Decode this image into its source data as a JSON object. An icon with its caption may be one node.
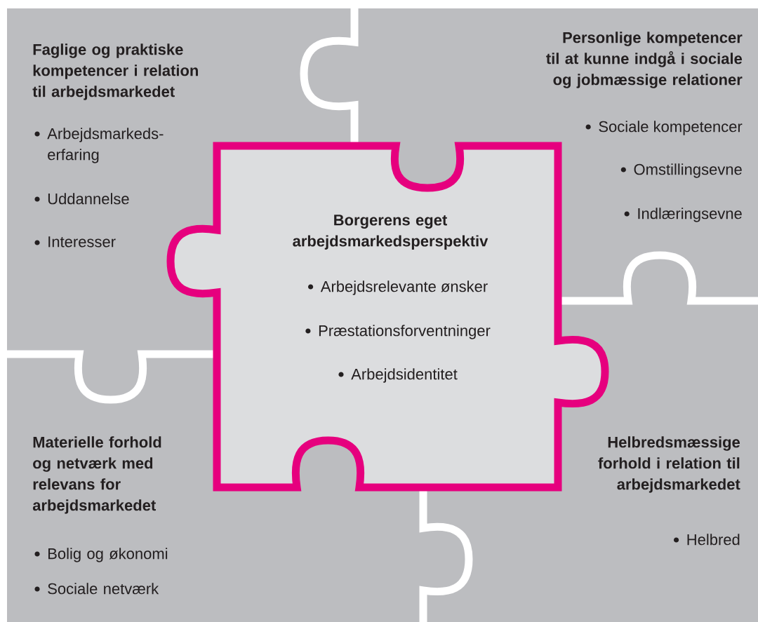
{
  "diagram": {
    "nodes": [
      {
        "text": [
          "Faglige og praktiske kompetencer i relation til arbejdsmarkedet",
          "Arbejdsmarkeds- erfaring",
          "Uddannelse",
          "Interesser"
        ]
      },
      {
        "text": [
          "Personlige kompetencer til at kunne indgå i sociale og jobmæssige relationer",
          "Sociale kompetencer",
          "Omstillingsevne",
          "Indlæringsevne"
        ]
      },
      {
        "text": [
          "Borgerens eget arbejdsmarkedsperspektiv",
          "Arbejdsrelevante ønsker",
          "Præstationsforventninger",
          "Arbejdsidentitet"
        ]
      },
      {
        "text": [
          "Materielle forhold og netværk med relevans for arbejdsmarkedet",
          "Bolig og økonomi",
          "Sociale netværk"
        ]
      },
      {
        "text": [
          "Helbredsmæssige forhold i relation til arbejdsmarkedet",
          "Helbred"
        ]
      }
    ]
  }
}
